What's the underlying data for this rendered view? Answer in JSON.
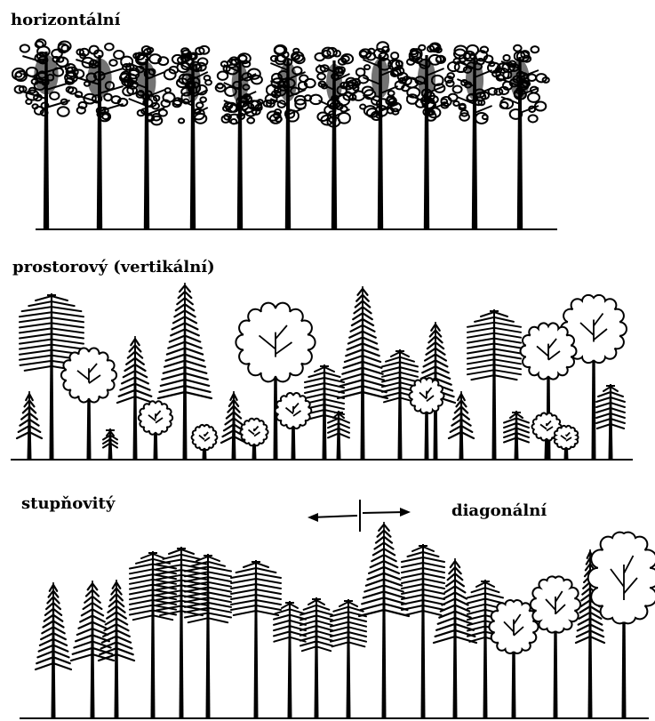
{
  "panels": {
    "horizontal": {
      "label": "horizontální"
    },
    "vertical": {
      "label": "prostorový (vertikální)"
    },
    "stepped": {
      "label": "stupňovitý"
    },
    "diagonal": {
      "label": "diagonální"
    }
  },
  "colors": {
    "ink": "#000000",
    "paper": "#ffffff"
  },
  "icons": {
    "direction_marker": "split-arrow-icon"
  }
}
